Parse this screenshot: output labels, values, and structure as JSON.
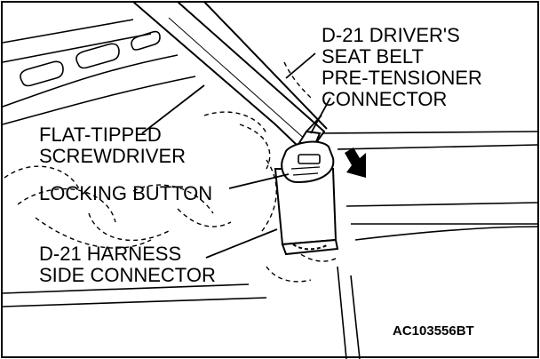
{
  "labels": {
    "pretensioner": [
      "D-21 DRIVER'S",
      "SEAT BELT",
      "PRE-TENSIONER",
      "CONNECTOR"
    ],
    "screwdriver": [
      "FLAT-TIPPED",
      "SCREWDRIVER"
    ],
    "locking_button": "LOCKING BUTTON",
    "harness": [
      "D-21 HARNESS",
      "SIDE CONNECTOR"
    ]
  },
  "figure_code": "AC103556BT"
}
